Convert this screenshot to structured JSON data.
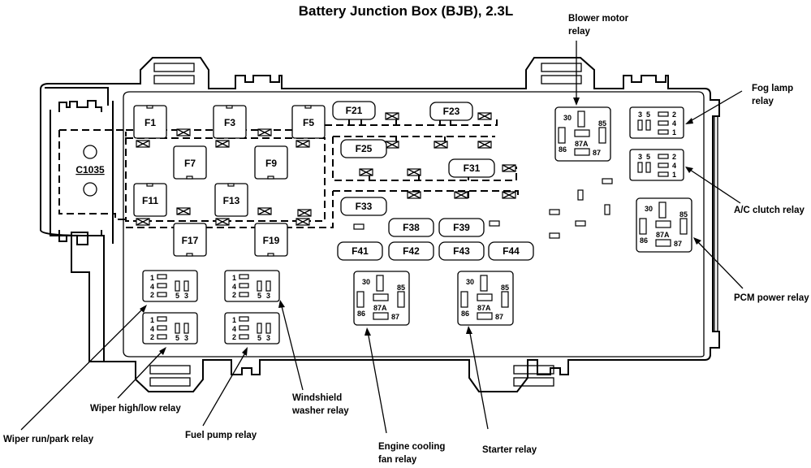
{
  "title": "Battery Junction Box (BJB), 2.3L",
  "connector": {
    "label": "C1035"
  },
  "fuses": {
    "square": [
      "F1",
      "F3",
      "F5",
      "F7",
      "F9",
      "F11",
      "F13",
      "F17",
      "F19"
    ],
    "round": [
      "F21",
      "F23",
      "F25",
      "F31",
      "F33",
      "F38",
      "F39",
      "F41",
      "F42",
      "F43",
      "F44"
    ]
  },
  "relay_pins": {
    "iso": {
      "p30": "30",
      "p85": "85",
      "p86": "86",
      "p87a": "87A",
      "p87": "87"
    },
    "mini_right": {
      "p3": "3",
      "p5": "5",
      "p2": "2",
      "p4": "4",
      "p1": "1"
    },
    "mini_left": {
      "p1": "1",
      "p4": "4",
      "p2": "2",
      "p5": "5",
      "p3": "3"
    }
  },
  "callouts": {
    "blower_motor": [
      "Blower motor",
      "relay"
    ],
    "fog_lamp": [
      "Fog lamp",
      "relay"
    ],
    "ac_clutch": "A/C clutch relay",
    "pcm_power": "PCM power relay",
    "wiper_run_park": "Wiper run/park relay",
    "wiper_high_low": "Wiper high/low relay",
    "fuel_pump": "Fuel pump relay",
    "windshield_washer": [
      "Windshield",
      "washer relay"
    ],
    "engine_cooling_fan": [
      "Engine cooling",
      "fan relay"
    ],
    "starter": "Starter relay"
  }
}
